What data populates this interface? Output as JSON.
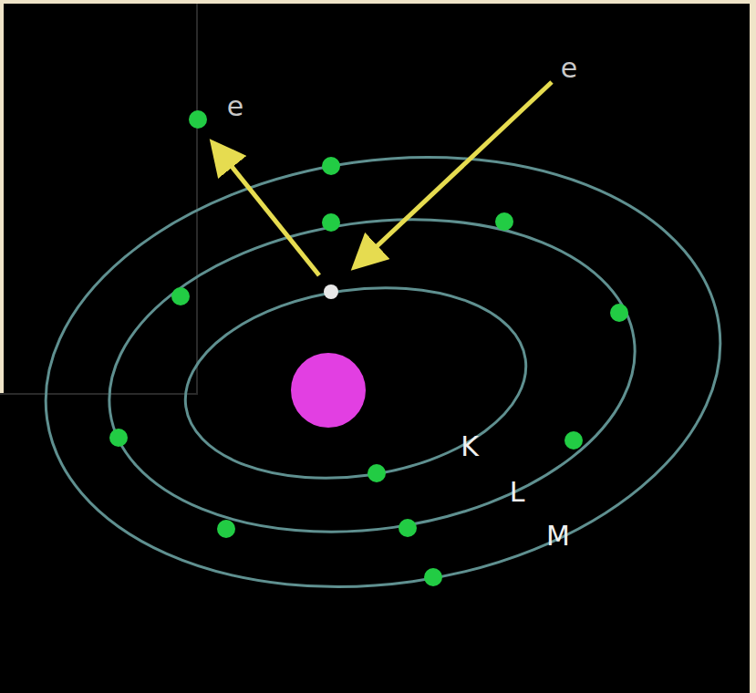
{
  "diagram": {
    "labels": [
      "e",
      "e",
      "K",
      "L",
      "M"
    ]
  }
}
